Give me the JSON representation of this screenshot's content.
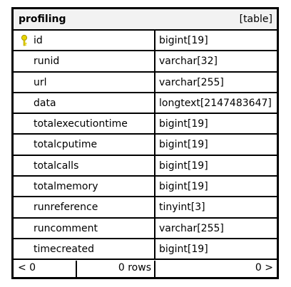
{
  "table": {
    "name": "profiling",
    "kind": "[table]"
  },
  "columns": [
    {
      "name": "id",
      "type": "bigint[19]",
      "primary_key": true
    },
    {
      "name": "runid",
      "type": "varchar[32]"
    },
    {
      "name": "url",
      "type": "varchar[255]"
    },
    {
      "name": "data",
      "type": "longtext[2147483647]"
    },
    {
      "name": "totalexecutiontime",
      "type": "bigint[19]"
    },
    {
      "name": "totalcputime",
      "type": "bigint[19]"
    },
    {
      "name": "totalcalls",
      "type": "bigint[19]"
    },
    {
      "name": "totalmemory",
      "type": "bigint[19]"
    },
    {
      "name": "runreference",
      "type": "tinyint[3]"
    },
    {
      "name": "runcomment",
      "type": "varchar[255]"
    },
    {
      "name": "timecreated",
      "type": "bigint[19]"
    }
  ],
  "footer": {
    "prev": "< 0",
    "rows": "0 rows",
    "next": "0 >"
  },
  "colors": {
    "border": "#000000",
    "header_bg": "#f2f2f2",
    "key_icon": "#e8d400"
  },
  "icons": {
    "primary_key": "key-icon"
  }
}
